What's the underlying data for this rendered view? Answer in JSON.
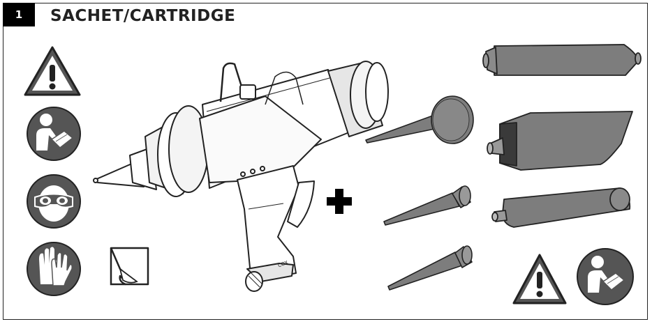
{
  "step": {
    "number": "1"
  },
  "header": {
    "title": "SACHET/CARTRIDGE"
  },
  "gun": {
    "brand_label": "COX"
  },
  "icons": {
    "warning": "warning-triangle",
    "read_manual": "read-manual",
    "eye_protection": "safety-goggles",
    "gloves": "protective-gloves",
    "peel": "peel-corner"
  },
  "colors": {
    "outline": "#222222",
    "icon_fill": "#555555",
    "consumable_fill": "#7d7d7d",
    "gun_shade": "#e6e6e6"
  }
}
